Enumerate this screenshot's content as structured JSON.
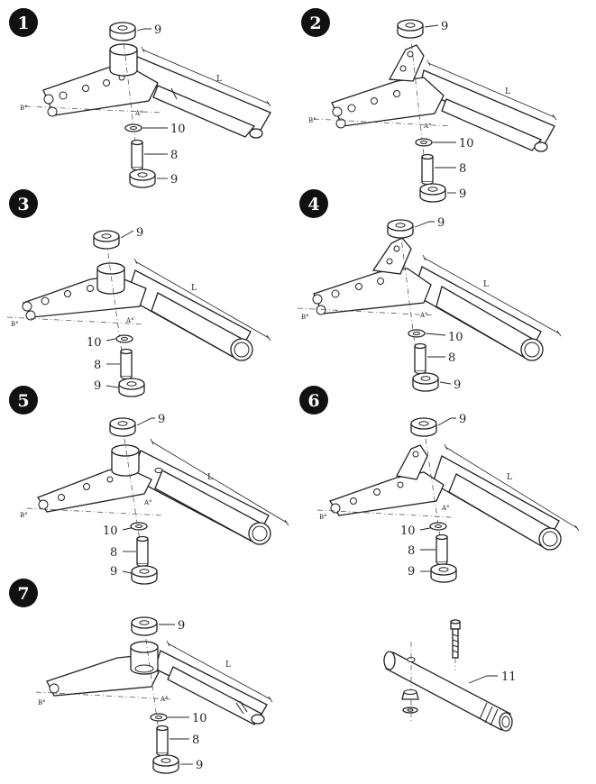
{
  "panels": [
    {
      "number": "1",
      "parts": {
        "top_bearing": "9",
        "washer": "10",
        "bushing": "8",
        "bottom_bearing": "9"
      },
      "dimension": "L",
      "angle_top": "A°",
      "angle_side": "B°"
    },
    {
      "number": "2",
      "parts": {
        "top_bearing": "9",
        "washer": "10",
        "bushing": "8",
        "bottom_bearing": "9"
      },
      "dimension": "L",
      "angle_top": "A°",
      "angle_side": "B°"
    },
    {
      "number": "3",
      "parts": {
        "top_bearing": "9",
        "washer": "10",
        "bushing": "8",
        "bottom_bearing": "9"
      },
      "dimension": "L",
      "angle_top": "A°",
      "angle_side": "B°"
    },
    {
      "number": "4",
      "parts": {
        "top_bearing": "9",
        "washer": "10",
        "bushing": "8",
        "bottom_bearing": "9"
      },
      "dimension": "L",
      "angle_top": "A°",
      "angle_side": "B°"
    },
    {
      "number": "5",
      "parts": {
        "top_bearing": "9",
        "washer": "10",
        "bushing": "8",
        "bottom_bearing": "9"
      },
      "dimension": "L",
      "angle_top": "A°",
      "angle_side": "B°"
    },
    {
      "number": "6",
      "parts": {
        "top_bearing": "9",
        "washer": "10",
        "bushing": "8",
        "bottom_bearing": "9"
      },
      "dimension": "L",
      "angle_top": "A°",
      "angle_side": "B°"
    },
    {
      "number": "7",
      "parts": {
        "top_bearing": "9",
        "washer": "10",
        "bushing": "8",
        "bottom_bearing": "9"
      },
      "dimension": "L",
      "angle_top": "A°",
      "angle_side": "B°"
    }
  ],
  "axle_part": "11"
}
